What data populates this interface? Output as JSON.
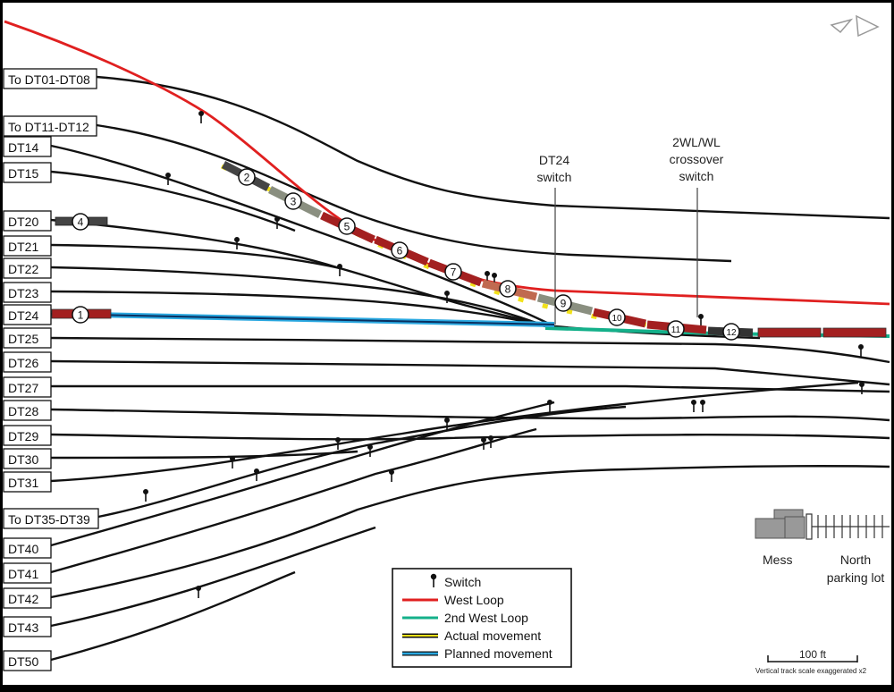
{
  "track_labels": {
    "dt01_08": "To DT01-DT08",
    "dt11_12": "To DT11-DT12",
    "dt14": "DT14",
    "dt15": "DT15",
    "dt20": "DT20",
    "dt21": "DT21",
    "dt22": "DT22",
    "dt23": "DT23",
    "dt24": "DT24",
    "dt25": "DT25",
    "dt26": "DT26",
    "dt27": "DT27",
    "dt28": "DT28",
    "dt29": "DT29",
    "dt30": "DT30",
    "dt31": "DT31",
    "dt35_39": "To DT35-DT39",
    "dt40": "DT40",
    "dt41": "DT41",
    "dt42": "DT42",
    "dt43": "DT43",
    "dt50": "DT50"
  },
  "annotations": {
    "dt24_switch_line1": "DT24",
    "dt24_switch_line2": "switch",
    "crossover_line1": "2WL/WL",
    "crossover_line2": "crossover",
    "crossover_line3": "switch",
    "mess": "Mess",
    "north_parking_line1": "North",
    "north_parking_line2": "parking lot",
    "scale_label": "100 ft",
    "scale_note": "Vertical track scale exaggerated x2"
  },
  "car_numbers": {
    "c1": "1",
    "c2": "2",
    "c3": "3",
    "c4": "4",
    "c5": "5",
    "c6": "6",
    "c7": "7",
    "c8": "8",
    "c9": "9",
    "c10": "10",
    "c11": "11",
    "c12": "12"
  },
  "legend": {
    "switch": "Switch",
    "west_loop": "West Loop",
    "second_west_loop": "2nd West Loop",
    "actual_movement": "Actual movement",
    "planned_movement": "Planned movement"
  },
  "colors": {
    "west_loop": "#e02020",
    "second_west_loop": "#14b08a",
    "actual_movement": "#f2e21a",
    "planned_movement": "#2aa8e0",
    "railcar": "#a32020"
  }
}
